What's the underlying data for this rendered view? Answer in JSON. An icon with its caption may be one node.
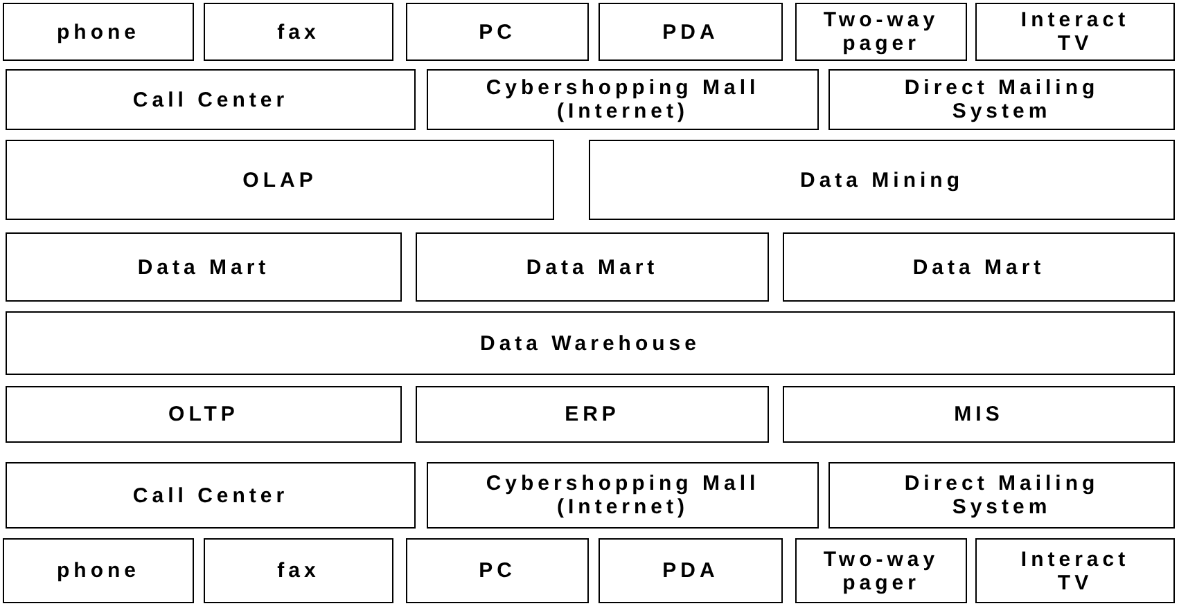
{
  "diagram": {
    "nodes": [
      {
        "text": [
          "phone"
        ]
      },
      {
        "text": [
          "fax"
        ]
      },
      {
        "text": [
          "PC"
        ]
      },
      {
        "text": [
          "PDA"
        ]
      },
      {
        "text": [
          "Two-way pager"
        ]
      },
      {
        "text": [
          "Interact TV"
        ]
      },
      {
        "text": [
          "Call Center"
        ]
      },
      {
        "text": [
          "Cybershopping Mall (Internet)"
        ]
      },
      {
        "text": [
          "Direct Mailing System"
        ]
      },
      {
        "text": [
          "OLAP"
        ]
      },
      {
        "text": [
          "Data Mining"
        ]
      },
      {
        "text": [
          "Data Mart"
        ]
      },
      {
        "text": [
          "Data Mart"
        ]
      },
      {
        "text": [
          "Data Mart"
        ]
      },
      {
        "text": [
          "Data Warehouse"
        ]
      },
      {
        "text": [
          "OLTP"
        ]
      },
      {
        "text": [
          "ERP"
        ]
      },
      {
        "text": [
          "MIS"
        ]
      },
      {
        "text": [
          "Call Center"
        ]
      },
      {
        "text": [
          "Cybershopping Mall (Internet)"
        ]
      },
      {
        "text": [
          "Direct Mailing System"
        ]
      },
      {
        "text": [
          "phone"
        ]
      },
      {
        "text": [
          "fax"
        ]
      },
      {
        "text": [
          "PC"
        ]
      },
      {
        "text": [
          "PDA"
        ]
      },
      {
        "text": [
          "Two-way pager"
        ]
      },
      {
        "text": [
          "Interact TV"
        ]
      }
    ]
  }
}
